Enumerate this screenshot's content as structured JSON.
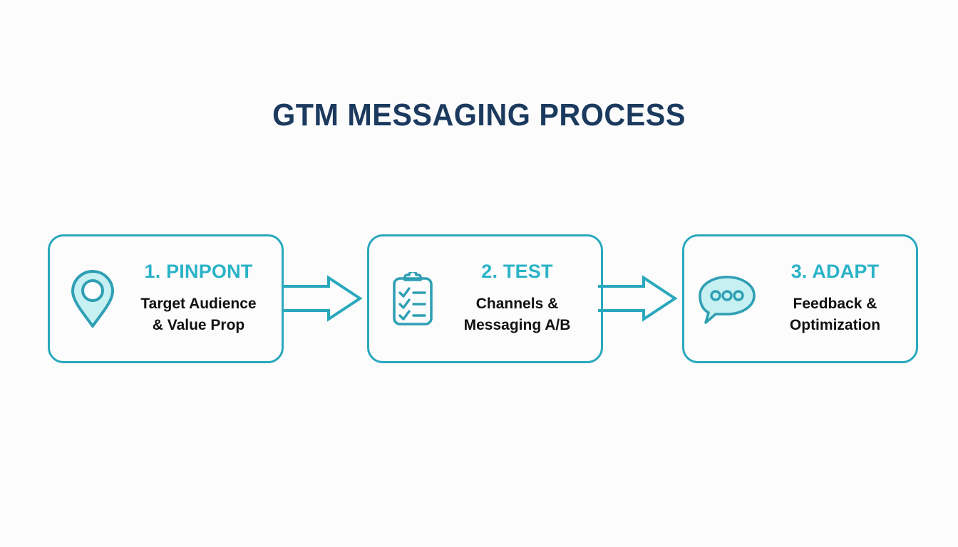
{
  "page": {
    "title": "GTM MESSAGING PROCESS",
    "background_color": "#fcfcfd",
    "title_color": "#1b3a5e",
    "accent_color": "#29a8bd",
    "step_title_color": "#2ab3c7",
    "icon_fill_color": "#c6f0f1",
    "icon_stroke_color": "#2f9fb4",
    "body_text_color": "#111111"
  },
  "flow": {
    "steps": [
      {
        "id": "pinpont",
        "step_title": "1. PINPONT",
        "description_line_1": "Target Audience",
        "description_line_2": "& Value Prop",
        "icon": "map-pin-icon"
      },
      {
        "id": "test",
        "step_title": "2. TEST",
        "description_line_1": "Channels &",
        "description_line_2": "Messaging A/B",
        "icon": "clipboard-checklist-icon"
      },
      {
        "id": "adapt",
        "step_title": "3. ADAPT",
        "description_line_1": "Feedback &",
        "description_line_2": "Optimization",
        "icon": "speech-bubble-dots-icon"
      }
    ],
    "connectors": [
      {
        "id": "arrow-1-to-2",
        "icon": "arrow-right-icon"
      },
      {
        "id": "arrow-2-to-3",
        "icon": "arrow-right-icon"
      }
    ]
  }
}
